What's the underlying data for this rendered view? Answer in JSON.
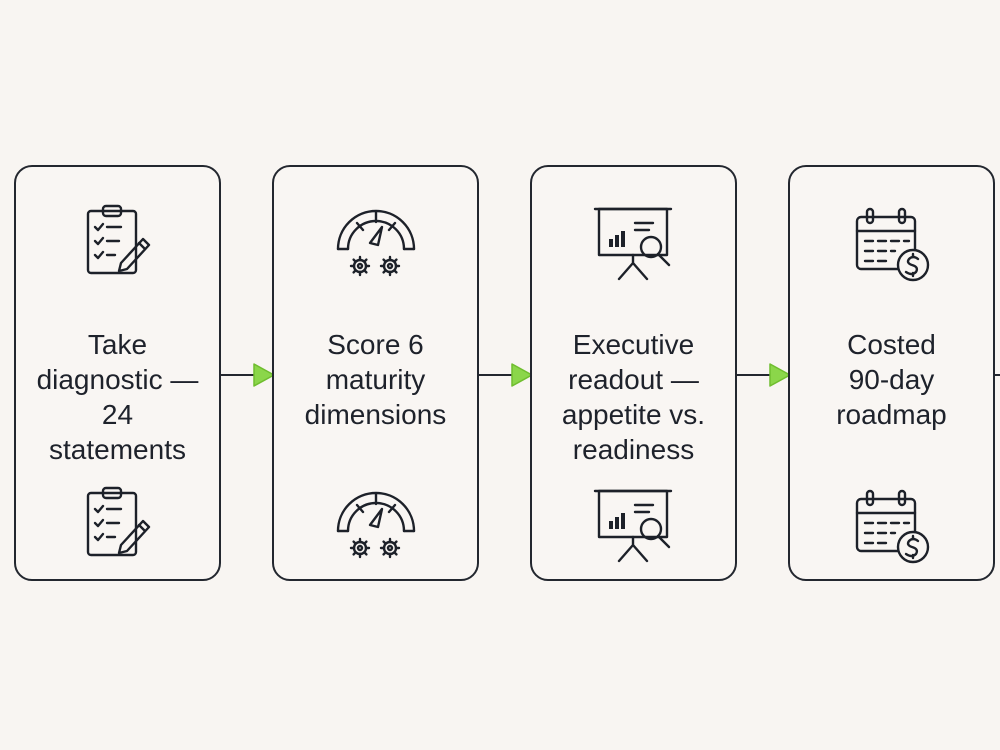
{
  "steps": [
    {
      "label": "Take\ndiagnostic —\n24\nstatements",
      "icon": "clipboard-checklist-icon"
    },
    {
      "label": "Score 6\nmaturity\ndimensions",
      "icon": "gauge-gears-icon"
    },
    {
      "label": "Executive\nreadout —\nappetite vs.\nreadiness",
      "icon": "presentation-board-icon"
    },
    {
      "label": "Costed\n90-day\nroadmap",
      "icon": "calendar-dollar-icon"
    }
  ],
  "colors": {
    "background": "#f8f5f2",
    "border": "#23272f",
    "arrow_accent": "#8bd64a"
  }
}
